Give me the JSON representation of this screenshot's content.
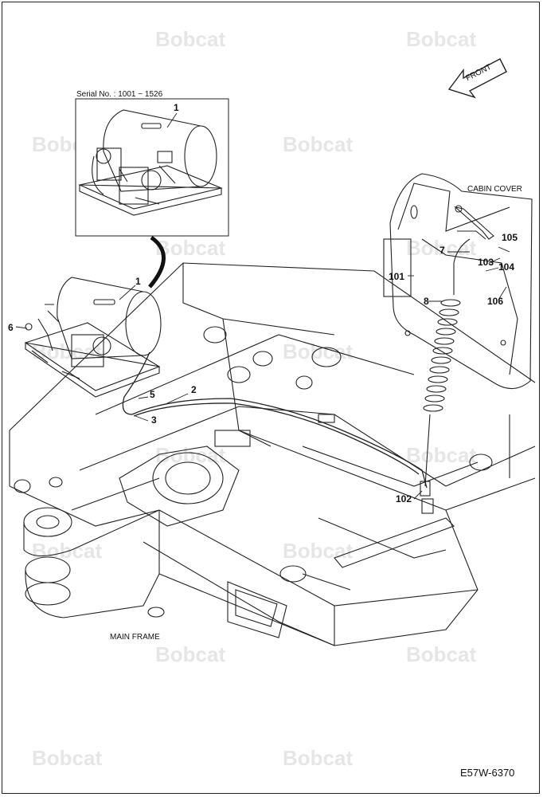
{
  "serial_note": "Serial No. : 1001 ~ 1526",
  "front_label": "FRONT",
  "cabin_cover_label": "CABIN COVER",
  "main_frame_label": "MAIN FRAME",
  "drawing_code": "E57W-6370",
  "watermark": "Bobcat",
  "callouts": {
    "c1_inset": "1",
    "c1": "1",
    "c2": "2",
    "c3": "3",
    "c5": "5",
    "c6": "6",
    "c7": "7",
    "c8": "8",
    "c101": "101",
    "c102": "102",
    "c103": "103",
    "c104": "104",
    "c105": "105",
    "c106": "106"
  }
}
